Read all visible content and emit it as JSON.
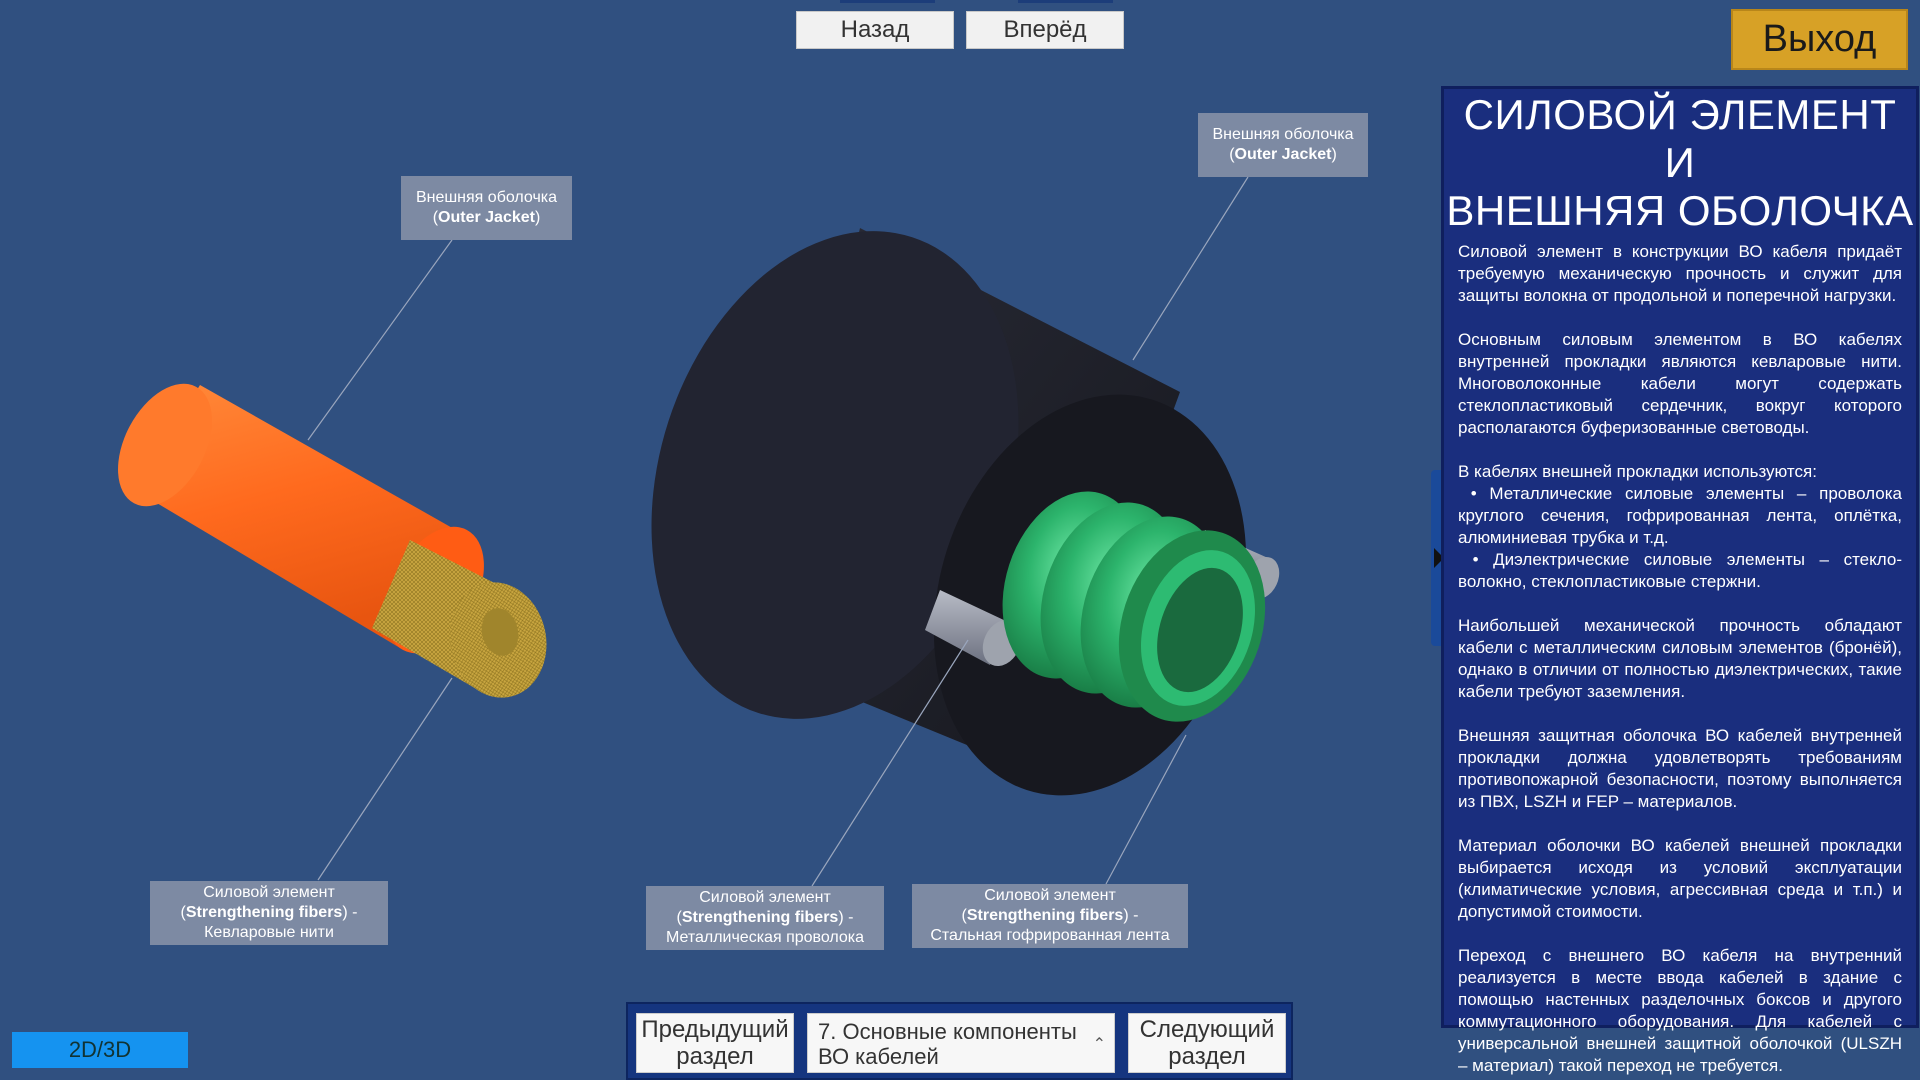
{
  "nav": {
    "back": "Назад",
    "forward": "Вперёд"
  },
  "exit": "Выход",
  "labels": {
    "left_jacket": {
      "line1": "Внешняя оболочка",
      "bold": "Outer Jacket"
    },
    "right_jacket": {
      "line1": "Внешняя оболочка",
      "bold": "Outer Jacket"
    },
    "kevlar": {
      "line1": "Силовой элемент",
      "bold": "Strengthening fibers",
      "suffix": " -",
      "line3": "Кевларовые нити"
    },
    "wire": {
      "line1": "Силовой элемент",
      "bold": "Strengthening fibers",
      "suffix": " -",
      "line3": "Металлическая проволока"
    },
    "tape": {
      "line1": "Силовой элемент",
      "bold": "Strengthening fibers",
      "suffix": " -",
      "line3": "Стальная гофрированная лента"
    }
  },
  "panel": {
    "title_line1": "СИЛОВОЙ ЭЛЕМЕНТ И",
    "title_line2": "ВНЕШНЯЯ ОБОЛОЧКА",
    "p1": "Силовой элемент в конструкции ВО кабеля придаёт требуемую механическую прочность и служит для защиты волокна от продольной и поперечной нагрузки.",
    "p2": "Основным силовым элементом в ВО кабелях внутренней прокладки являются кевларовые нити. Многоволоконные кабели могут содержать стеклопластиковый сердечник, вокруг которого располагаются буферизованные световоды.",
    "p3_intro": "В кабелях внешней прокладки используются:",
    "p3_item1": "• Металлические силовые элементы – проволока круглого сечения, гофрированная лента, оплётка, алюминиевая трубка и т.д.",
    "p3_item2": "• Диэлектрические силовые элементы – стекло-волокно, стеклопластиковые стержни.",
    "p4": "Наибольшей механической прочность обладают кабели с металлическим силовым элементов (бронёй), однако в отличии от полностью диэлектрических, такие кабели требуют заземления.",
    "p5": "Внешняя защитная оболочка ВО кабелей внутренней прокладки должна удовлетворять требованиям противопожарной безопасности, поэтому выполняется из ПВХ, LSZH и FEP – материалов.",
    "p6": "Материал оболочки ВО кабелей внешней прокладки выбирается исходя из условий эксплуатации (климатические условия, агрессивная среда и т.п.) и допустимой стоимости.",
    "p7": "Переход с внешнего ВО кабеля на внутренний реализуется в месте ввода кабелей в здание с помощью настенных разделочных боксов и другого коммутационного оборудования. Для кабелей с универсальной внешней защитной оболочкой (ULSZH – материал) такой переход не требуется."
  },
  "bottom": {
    "prev": "Предыдущий раздел",
    "section": "7. Основные компоненты ВО кабелей",
    "next": "Следующий раздел"
  },
  "toggle": "2D/3D",
  "colors": {
    "background": "#305080",
    "panel": "#1a2e7e",
    "exit": "#d7a126",
    "jacket_orange": "#ff6a1e",
    "kevlar": "#c8a640",
    "corrugated": "#2fa866"
  }
}
